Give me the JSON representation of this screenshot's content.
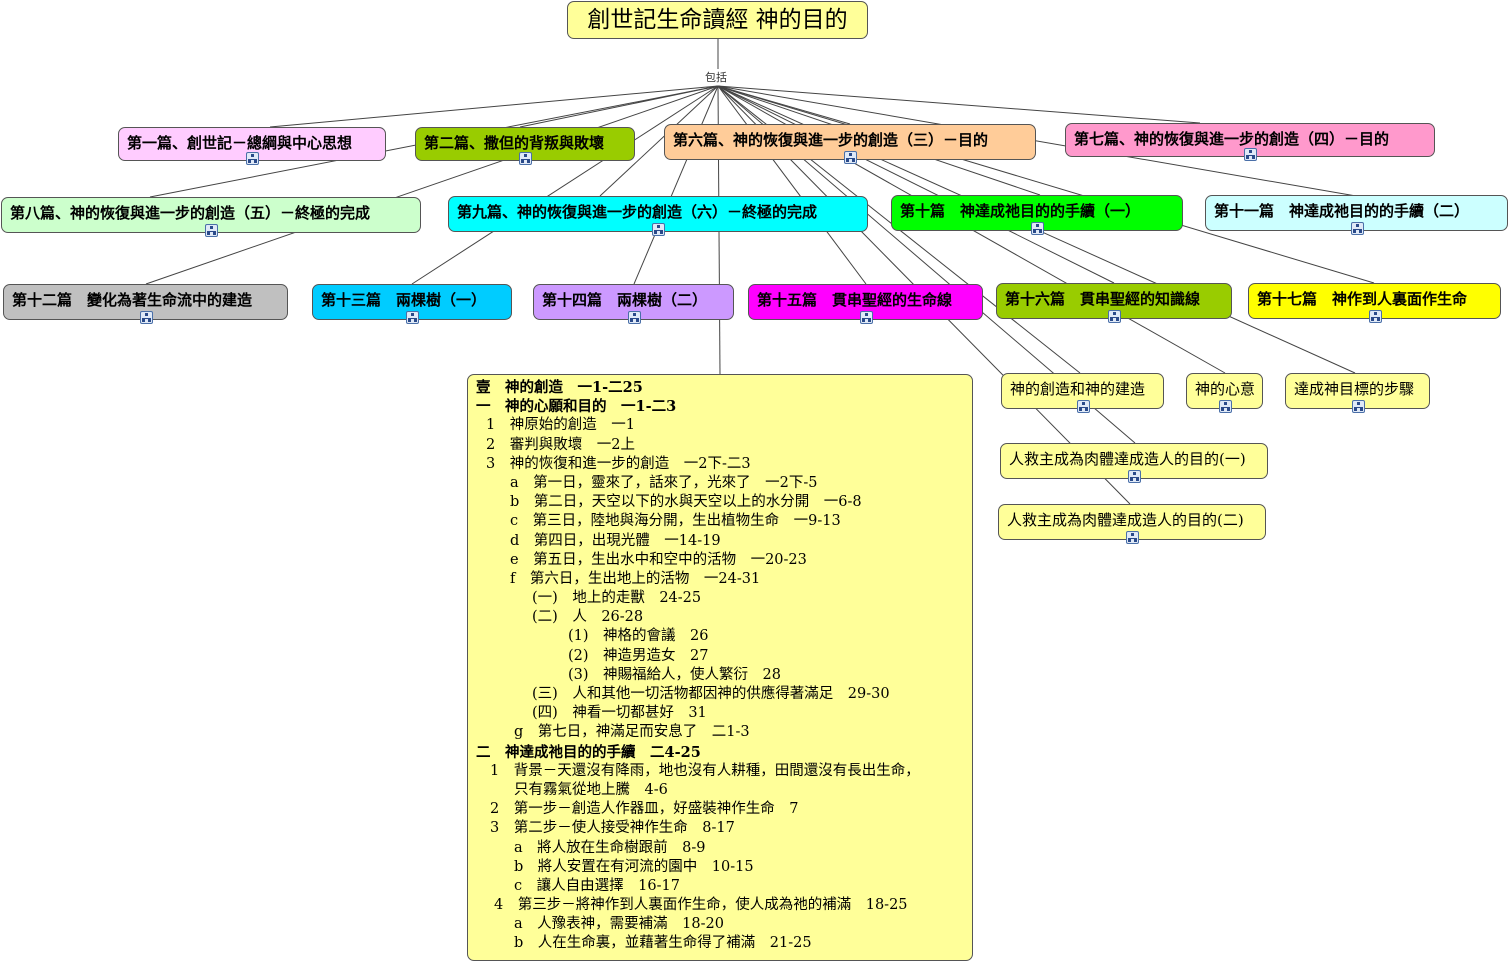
{
  "root": {
    "title": "創世記生命讀經 神的目的",
    "connector_label": "包括"
  },
  "nodes": [
    {
      "id": "p1",
      "label": "第一篇、創世記－總綱與中心思想",
      "color": "#ffccff"
    },
    {
      "id": "p2",
      "label": "第二篇、撒但的背叛與敗壞",
      "color": "#99cc00"
    },
    {
      "id": "p6",
      "label": "第六篇、神的恢復與進一步的創造（三）－目的",
      "color": "#ffcc99"
    },
    {
      "id": "p7",
      "label": "第七篇、神的恢復與進一步的創造（四）－目的",
      "color": "#ff99cc"
    },
    {
      "id": "p8",
      "label": "第八篇、神的恢復與進一步的創造（五）－終極的完成",
      "color": "#ccffcc"
    },
    {
      "id": "p9",
      "label": "第九篇、神的恢復與進一步的創造（六）－終極的完成",
      "color": "#00ffff"
    },
    {
      "id": "p10",
      "label": "第十篇　神達成祂目的的手續（一）",
      "color": "#00ff00"
    },
    {
      "id": "p11",
      "label": "第十一篇　神達成祂目的的手續（二）",
      "color": "#ccffff"
    },
    {
      "id": "p12",
      "label": "第十二篇　變化為著生命流中的建造",
      "color": "#c0c0c0"
    },
    {
      "id": "p13",
      "label": "第十三篇　兩棵樹（一）",
      "color": "#00ccff"
    },
    {
      "id": "p14",
      "label": "第十四篇　兩棵樹（二）",
      "color": "#cc99ff"
    },
    {
      "id": "p15",
      "label": "第十五篇　貫串聖經的生命線",
      "color": "#ff00ff"
    },
    {
      "id": "p16",
      "label": "第十六篇　貫串聖經的知識線",
      "color": "#99cc00"
    },
    {
      "id": "p17",
      "label": "第十七篇　神作到人裏面作生命",
      "color": "#ffff00"
    },
    {
      "id": "s1",
      "label": "神的創造和神的建造",
      "color": "#ffff99"
    },
    {
      "id": "s2",
      "label": "神的心意",
      "color": "#ffff99"
    },
    {
      "id": "s3",
      "label": "達成神目標的步驟",
      "color": "#ffff99"
    },
    {
      "id": "s4",
      "label": "人救主成為肉體達成造人的目的(一)",
      "color": "#ffff99"
    },
    {
      "id": "s5",
      "label": "人救主成為肉體達成造人的目的(二)",
      "color": "#ffff99"
    }
  ],
  "outline": [
    {
      "t": "壹　神的創造　一1-二25",
      "b": true,
      "i": 0
    },
    {
      "t": "一　神的心願和目的　一1-二3",
      "b": true,
      "i": 0
    },
    {
      "t": "1　神原始的創造　一1",
      "b": false,
      "i": 10
    },
    {
      "t": "2　審判與敗壞　一2上",
      "b": false,
      "i": 10
    },
    {
      "t": "3　神的恢復和進一步的創造　一2下-二3",
      "b": false,
      "i": 10
    },
    {
      "t": "a　第一日，靈來了，話來了，光來了　一2下-5",
      "b": false,
      "i": 34
    },
    {
      "t": "b　第二日，天空以下的水與天空以上的水分開　一6-8",
      "b": false,
      "i": 34
    },
    {
      "t": "c　第三日，陸地與海分開，生出植物生命　一9-13",
      "b": false,
      "i": 34
    },
    {
      "t": "d　第四日，出現光體　一14-19",
      "b": false,
      "i": 34
    },
    {
      "t": "e　第五日，生出水中和空中的活物　一20-23",
      "b": false,
      "i": 34
    },
    {
      "t": "f　第六日，生出地上的活物　一24-31",
      "b": false,
      "i": 34
    },
    {
      "t": "(一)　地上的走獸　24-25",
      "b": false,
      "i": 56
    },
    {
      "t": "(二)　人　26-28",
      "b": false,
      "i": 56
    },
    {
      "t": "(1)　神格的會議　26",
      "b": false,
      "i": 92
    },
    {
      "t": "(2)　神造男造女　27",
      "b": false,
      "i": 92
    },
    {
      "t": "(3)　神賜福給人，使人繁衍　28",
      "b": false,
      "i": 92
    },
    {
      "t": "(三)　人和其他一切活物都因神的供應得著滿足　29-30",
      "b": false,
      "i": 56
    },
    {
      "t": "(四)　神看一切都甚好　31",
      "b": false,
      "i": 56
    },
    {
      "t": "g　第七日，神滿足而安息了　二1-3",
      "b": false,
      "i": 38
    },
    {
      "t": "二　神達成祂目的的手續　二4-25",
      "b": true,
      "i": 0
    },
    {
      "t": "1　背景－天還沒有降雨，地也沒有人耕種，田間還沒有長出生命，",
      "b": false,
      "i": 14
    },
    {
      "t": "只有霧氣從地上騰　4-6",
      "b": false,
      "i": 38
    },
    {
      "t": "2　第一步－創造人作器皿，好盛裝神作生命　7",
      "b": false,
      "i": 14
    },
    {
      "t": "3　第二步－使人接受神作生命　8-17",
      "b": false,
      "i": 14
    },
    {
      "t": "a　將人放在生命樹跟前　8-9",
      "b": false,
      "i": 38
    },
    {
      "t": "b　將人安置在有河流的園中　10-15",
      "b": false,
      "i": 38
    },
    {
      "t": "c　讓人自由選擇　16-17",
      "b": false,
      "i": 38
    },
    {
      "t": "4　第三步－將神作到人裏面作生命，使人成為祂的補滿　18-25",
      "b": false,
      "i": 18
    },
    {
      "t": "a　人豫表神，需要補滿　18-20",
      "b": false,
      "i": 38
    },
    {
      "t": "b　人在生命裏，並藉著生命得了補滿　21-25",
      "b": false,
      "i": 38
    }
  ]
}
